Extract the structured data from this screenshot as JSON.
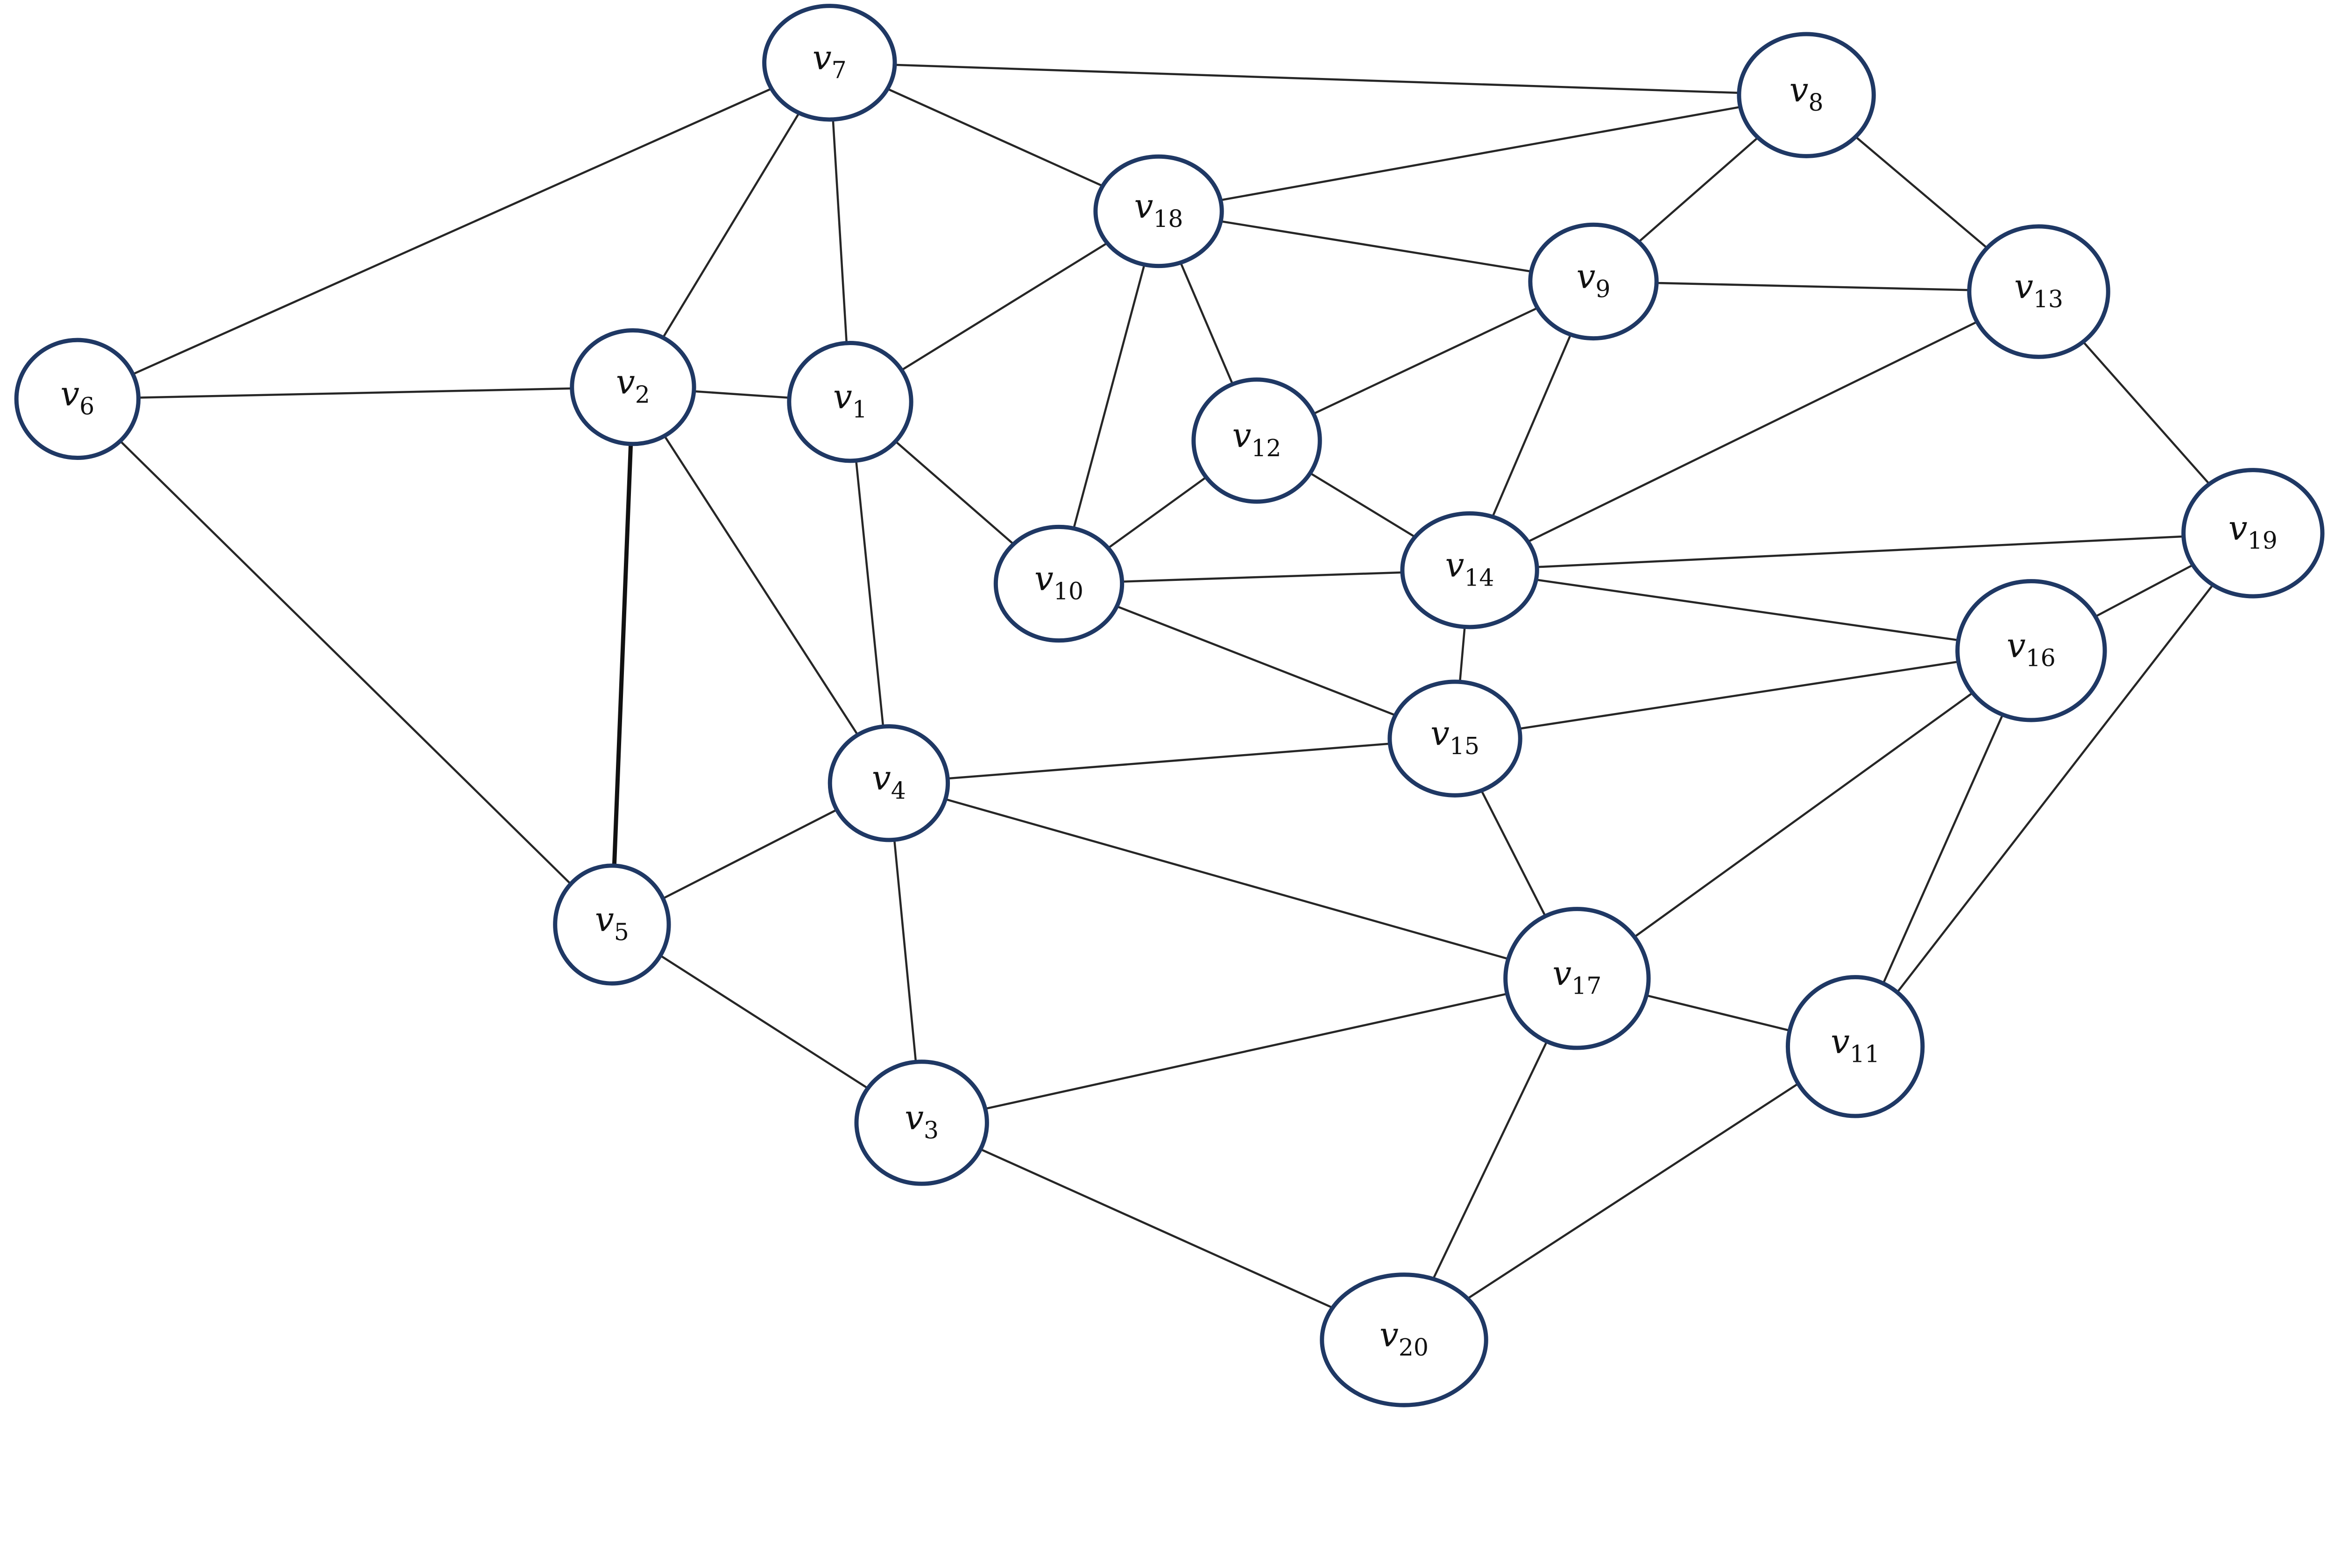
{
  "diagram": {
    "type": "undirected-graph",
    "colors": {
      "node_stroke": "#1f3864",
      "node_fill": "#ffffff",
      "edge": "#262626",
      "label": "#111111"
    },
    "nodes": [
      {
        "id": "v1",
        "letter": "v",
        "index": "1"
      },
      {
        "id": "v2",
        "letter": "v",
        "index": "2"
      },
      {
        "id": "v3",
        "letter": "v",
        "index": "3"
      },
      {
        "id": "v4",
        "letter": "v",
        "index": "4"
      },
      {
        "id": "v5",
        "letter": "v",
        "index": "5"
      },
      {
        "id": "v6",
        "letter": "v",
        "index": "6"
      },
      {
        "id": "v7",
        "letter": "v",
        "index": "7"
      },
      {
        "id": "v8",
        "letter": "v",
        "index": "8"
      },
      {
        "id": "v9",
        "letter": "v",
        "index": "9"
      },
      {
        "id": "v10",
        "letter": "v",
        "index": "10"
      },
      {
        "id": "v11",
        "letter": "v",
        "index": "11"
      },
      {
        "id": "v12",
        "letter": "v",
        "index": "12"
      },
      {
        "id": "v13",
        "letter": "v",
        "index": "13"
      },
      {
        "id": "v14",
        "letter": "v",
        "index": "14"
      },
      {
        "id": "v15",
        "letter": "v",
        "index": "15"
      },
      {
        "id": "v16",
        "letter": "v",
        "index": "16"
      },
      {
        "id": "v17",
        "letter": "v",
        "index": "17"
      },
      {
        "id": "v18",
        "letter": "v",
        "index": "18"
      },
      {
        "id": "v19",
        "letter": "v",
        "index": "19"
      },
      {
        "id": "v20",
        "letter": "v",
        "index": "20"
      }
    ],
    "edges": [
      [
        "v7",
        "v8"
      ],
      [
        "v7",
        "v18"
      ],
      [
        "v7",
        "v6"
      ],
      [
        "v7",
        "v2"
      ],
      [
        "v7",
        "v1"
      ],
      [
        "v8",
        "v18"
      ],
      [
        "v8",
        "v9"
      ],
      [
        "v8",
        "v13"
      ],
      [
        "v18",
        "v9"
      ],
      [
        "v18",
        "v1"
      ],
      [
        "v18",
        "v10"
      ],
      [
        "v18",
        "v12"
      ],
      [
        "v9",
        "v13"
      ],
      [
        "v9",
        "v12"
      ],
      [
        "v9",
        "v14"
      ],
      [
        "v13",
        "v14"
      ],
      [
        "v13",
        "v19"
      ],
      [
        "v6",
        "v2"
      ],
      [
        "v6",
        "v5"
      ],
      [
        "v2",
        "v1"
      ],
      [
        "v2",
        "v5"
      ],
      [
        "v2",
        "v4"
      ],
      [
        "v1",
        "v10"
      ],
      [
        "v1",
        "v4"
      ],
      [
        "v12",
        "v10"
      ],
      [
        "v12",
        "v14"
      ],
      [
        "v10",
        "v14"
      ],
      [
        "v10",
        "v15"
      ],
      [
        "v14",
        "v19"
      ],
      [
        "v14",
        "v16"
      ],
      [
        "v14",
        "v15"
      ],
      [
        "v19",
        "v16"
      ],
      [
        "v19",
        "v11"
      ],
      [
        "v16",
        "v15"
      ],
      [
        "v16",
        "v17"
      ],
      [
        "v16",
        "v11"
      ],
      [
        "v15",
        "v4"
      ],
      [
        "v15",
        "v17"
      ],
      [
        "v4",
        "v5"
      ],
      [
        "v4",
        "v3"
      ],
      [
        "v4",
        "v17"
      ],
      [
        "v5",
        "v3"
      ],
      [
        "v17",
        "v3"
      ],
      [
        "v17",
        "v11"
      ],
      [
        "v17",
        "v20"
      ],
      [
        "v3",
        "v20"
      ],
      [
        "v11",
        "v20"
      ]
    ],
    "emphasized_edges": [
      [
        "v2",
        "v5"
      ]
    ]
  }
}
